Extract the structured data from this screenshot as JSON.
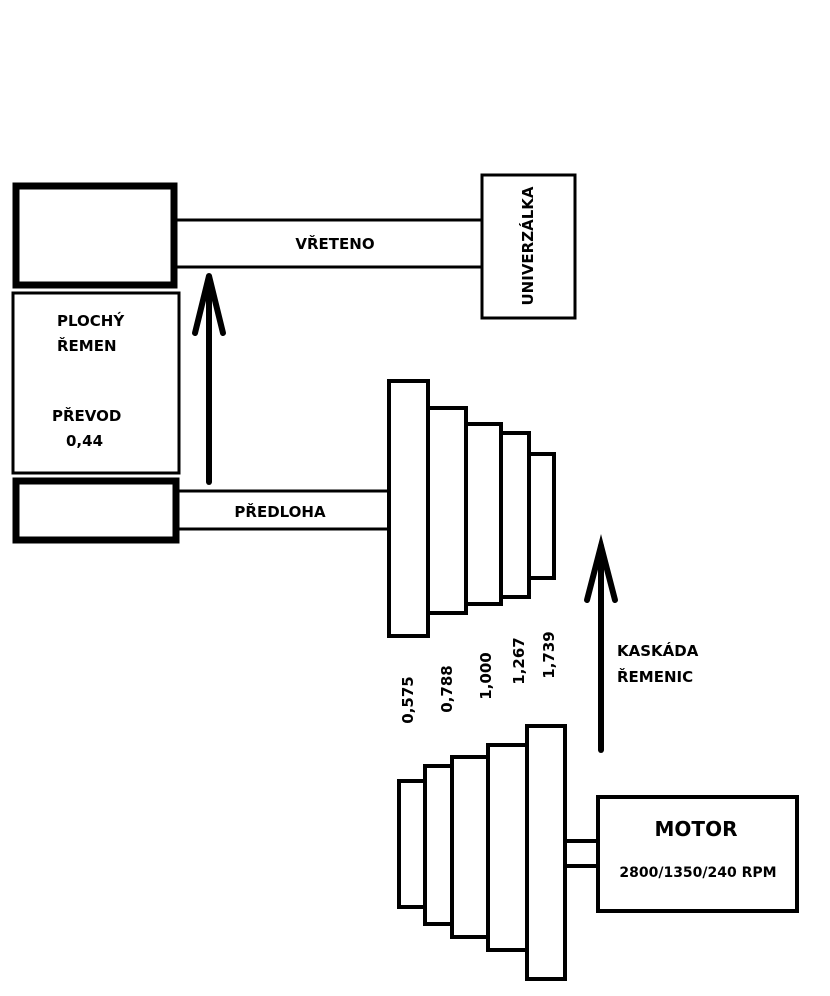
{
  "labels": {
    "spindle": "VŘETENO",
    "machine": "UNIVERZÁLKA",
    "flat_belt_line1": "PLOCHÝ",
    "flat_belt_line2": "ŘEMEN",
    "ratio_label": "PŘEVOD",
    "ratio_value": "0,44",
    "countershaft": "PŘEDLOHA",
    "cascade_line1": "KASKÁDA",
    "cascade_line2": "ŘEMENIC",
    "motor": "MOTOR",
    "motor_speed": "2800/1350/240 RPM"
  },
  "pulley_ratios": [
    "0,575",
    "0,788",
    "1,000",
    "1,267",
    "1,739"
  ],
  "colors": {
    "stroke": "#000000",
    "background": "#ffffff"
  }
}
